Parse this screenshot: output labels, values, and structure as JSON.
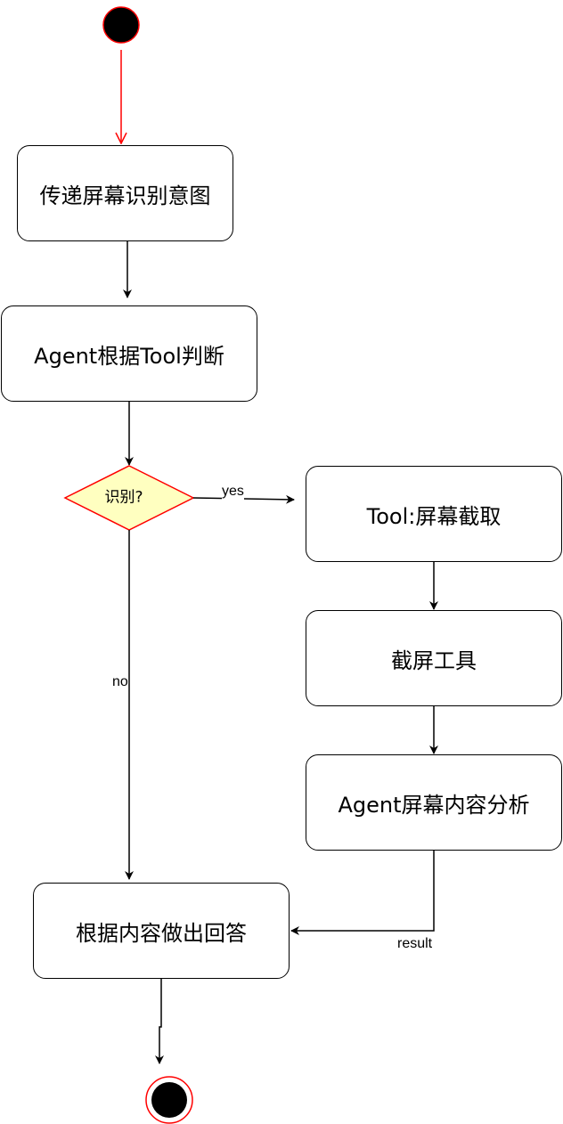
{
  "colors": {
    "start_fill": "#000000",
    "start_stroke": "#ff0000",
    "start_arrow": "#ff0000",
    "decision_fill": "#ffffc0",
    "decision_stroke": "#ff0000",
    "line": "#000000"
  },
  "nodes": {
    "recognize_intent": "传递屏幕识别意图",
    "agent_judge": "Agent根据Tool判断",
    "decision": "识别?",
    "tool_capture": "Tool:屏幕截取",
    "screenshot_tool": "截屏工具",
    "agent_analyze": "Agent屏幕内容分析",
    "answer": "根据内容做出回答"
  },
  "edges": {
    "yes": "yes",
    "no": "no",
    "result": "result"
  }
}
